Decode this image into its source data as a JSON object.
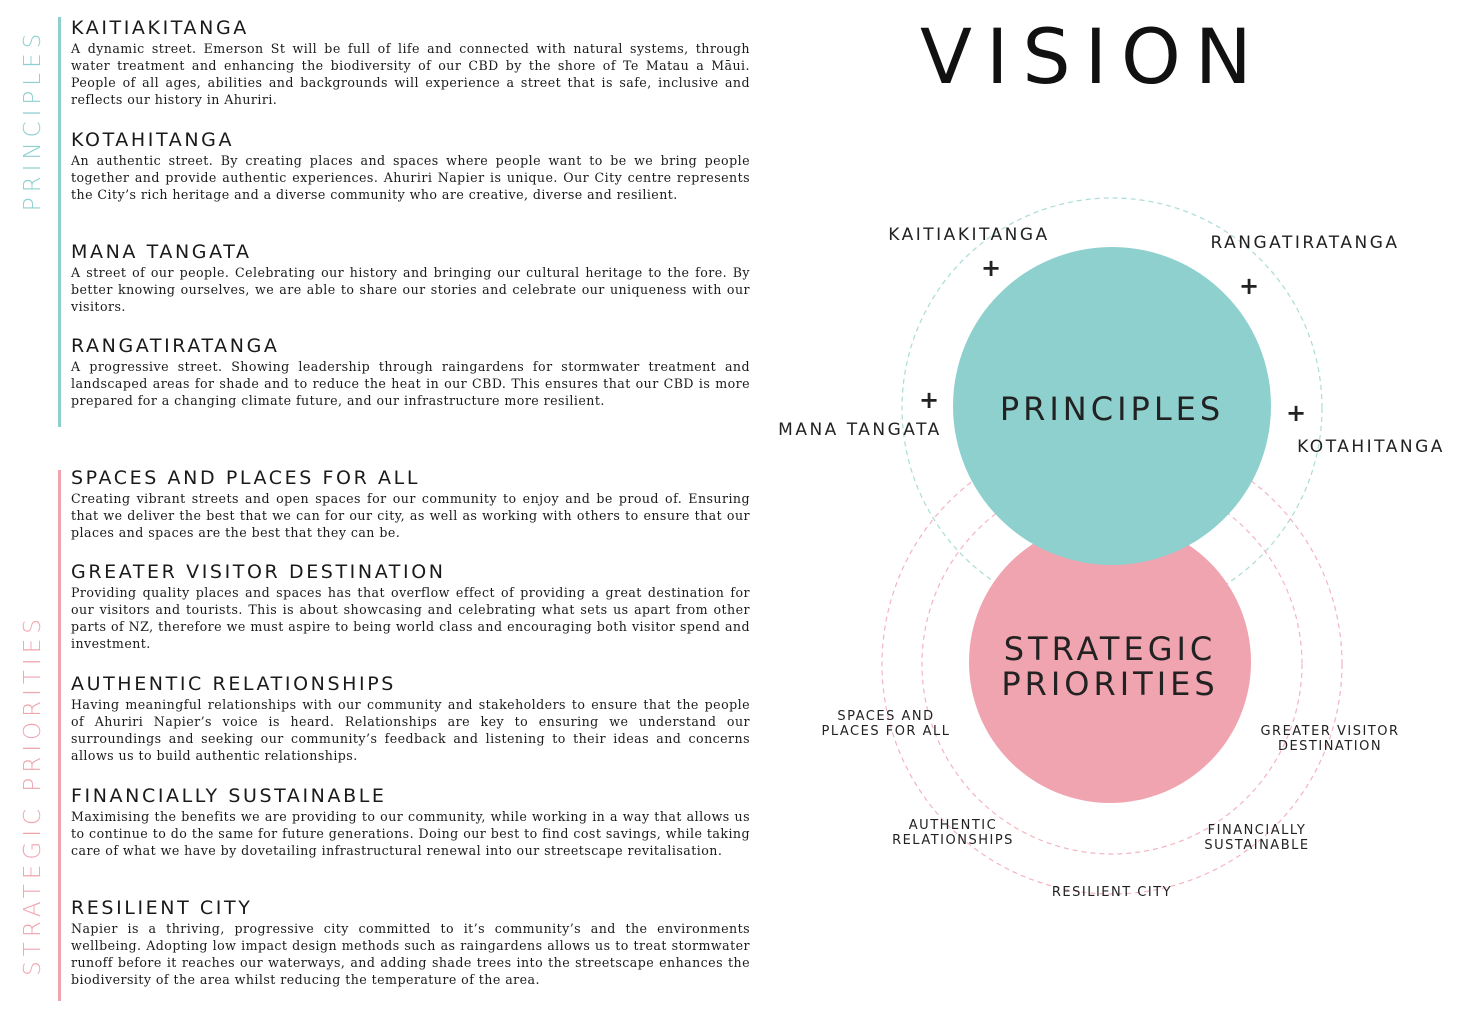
{
  "sidebar": {
    "principles_label": "PRINCIPLES",
    "strategic_label": "STRATEGIC PRIORITIES",
    "principles_color": "#8ed0ce",
    "strategic_color": "#f0a4b0"
  },
  "principles": [
    {
      "title": "KAITIAKITANGA",
      "text": "A dynamic street. Emerson St will be full of life and connected with natural systems, through water treatment and enhancing the biodiversity of our CBD by the shore of Te Matau a Māui. People of all ages, abilities and backgrounds will experience a street that is safe, inclusive and reflects our history in Ahuriri."
    },
    {
      "title": "KOTAHITANGA",
      "text": "An authentic street. By creating places and spaces where people want to be we bring people together and provide authentic experiences. Ahuriri Napier is unique. Our City centre represents the City’s rich heritage and a diverse community who are creative, diverse and resilient."
    },
    {
      "title": "MANA TANGATA",
      "text": "A street of our people. Celebrating our history and bringing our cultural heritage to the fore. By better knowing ourselves, we are able to share our stories and celebrate our uniqueness with our visitors."
    },
    {
      "title": "RANGATIRATANGA",
      "text": "A progressive street. Showing leadership through raingardens for stormwater treatment and landscaped areas for shade and to reduce the heat in our CBD. This ensures that our CBD is more prepared for a changing climate future, and our infrastructure more resilient."
    }
  ],
  "priorities": [
    {
      "title": "SPACES AND PLACES FOR ALL",
      "text": "Creating vibrant streets and open spaces for our community to enjoy and be proud of. Ensuring that we deliver the best that we can for our city, as well as working with others to ensure that our places and spaces are the best that they can be."
    },
    {
      "title": "GREATER VISITOR DESTINATION",
      "text": "Providing quality places and spaces has that overflow effect of providing a great destination for our visitors and tourists. This is about showcasing and celebrating what sets us apart from other parts of NZ, therefore we must aspire to being world class and encouraging both visitor spend and investment."
    },
    {
      "title": "AUTHENTIC RELATIONSHIPS",
      "text": "Having meaningful relationships with our community and stakeholders to ensure that the people of Ahuriri Napier’s voice is heard. Relationships are key to ensuring we understand our surroundings and seeking our community’s feedback and listening to their ideas and concerns allows us to build authentic relationships."
    },
    {
      "title": "FINANCIALLY SUSTAINABLE",
      "text": "Maximising the benefits we are providing to our community, while working in a way that allows us to continue to do the same for future generations. Doing our best to find cost savings, while taking care of what we have by dovetailing infrastructural renewal into our streetscape revitalisation."
    },
    {
      "title": "RESILIENT CITY",
      "text": "Napier is a thriving, progressive city committed to it’s community’s and the environments wellbeing. Adopting low impact design methods such as raingardens allows us to treat stormwater runoff before it reaches our waterways, and adding shade trees into the streetscape enhances the biodiversity of the area whilst reducing the temperature of the area."
    }
  ],
  "vision": {
    "title": "VISION",
    "center_top": "PRINCIPLES",
    "center_bottom_line1": "STRATEGIC",
    "center_bottom_line2": "PRIORITIES",
    "plus": "+",
    "principle_labels": {
      "kaitiakitanga": "KAITIAKITANGA",
      "rangatiratanga": "RANGATIRATANGA",
      "mana_tangata": "MANA TANGATA",
      "kotahitanga": "KOTAHITANGA"
    },
    "priority_labels": {
      "spaces_line1": "SPACES AND",
      "spaces_line2": "PLACES FOR ALL",
      "visitor_line1": "GREATER VISITOR",
      "visitor_line2": "DESTINATION",
      "authentic_line1": "AUTHENTIC",
      "authentic_line2": "RELATIONSHIPS",
      "financial_line1": "FINANCIALLY",
      "financial_line2": "SUSTAINABLE",
      "resilient": "RESILIENT CITY"
    },
    "colors": {
      "principles_fill": "#8ed0ce",
      "priorities_fill": "#f0a4b0",
      "principles_ring": "#a8dcd8",
      "priorities_ring": "#f3b5c0"
    }
  }
}
